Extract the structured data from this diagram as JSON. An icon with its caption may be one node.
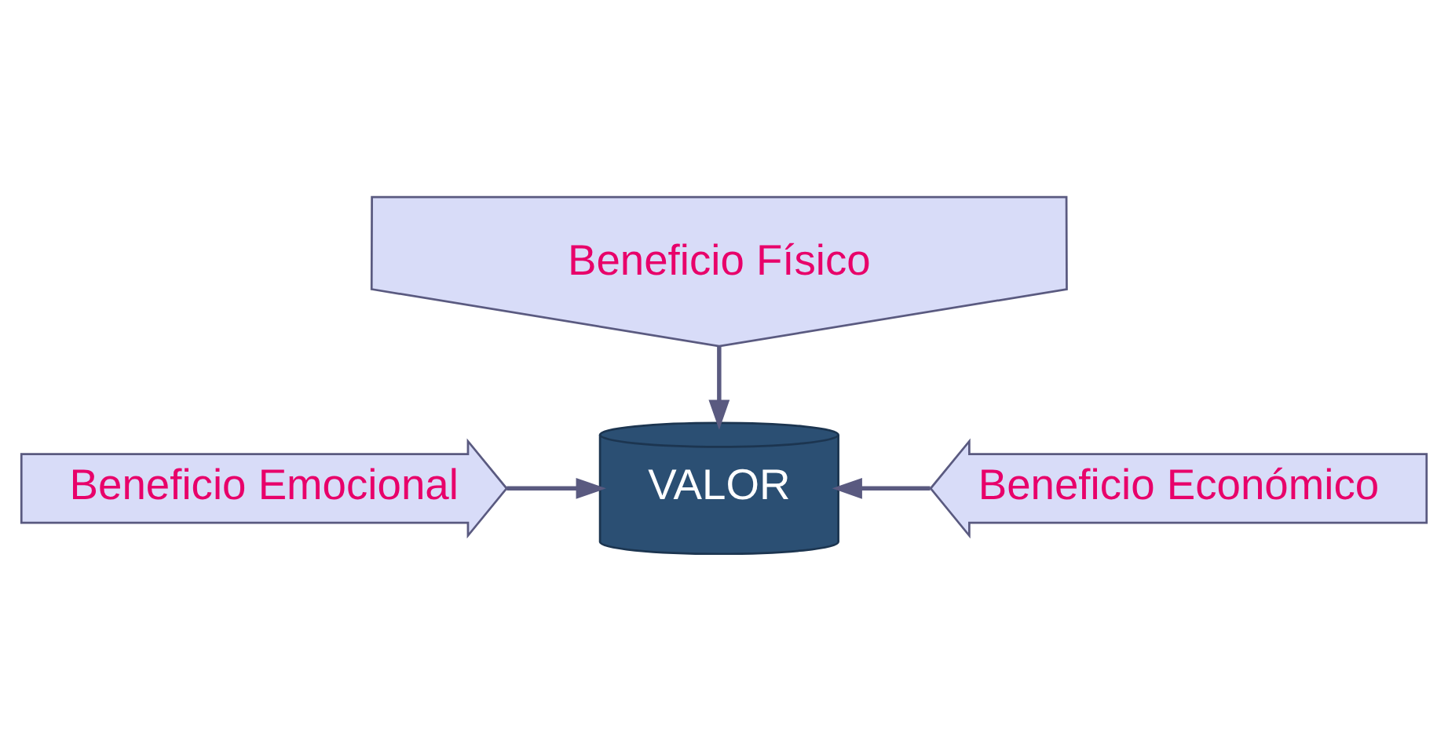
{
  "diagram": {
    "nodes": [
      {
        "text": [
          "Beneficio Físico"
        ]
      },
      {
        "text": [
          "Beneficio Emocional"
        ]
      },
      {
        "text": [
          "VALOR"
        ]
      },
      {
        "text": [
          "Beneficio Económico"
        ]
      }
    ],
    "edges": [
      {
        "from": 0,
        "to": 2,
        "arrow": "to"
      },
      {
        "from": 1,
        "to": 2,
        "arrow": "to"
      },
      {
        "from": 3,
        "to": 2,
        "arrow": "to"
      }
    ]
  }
}
